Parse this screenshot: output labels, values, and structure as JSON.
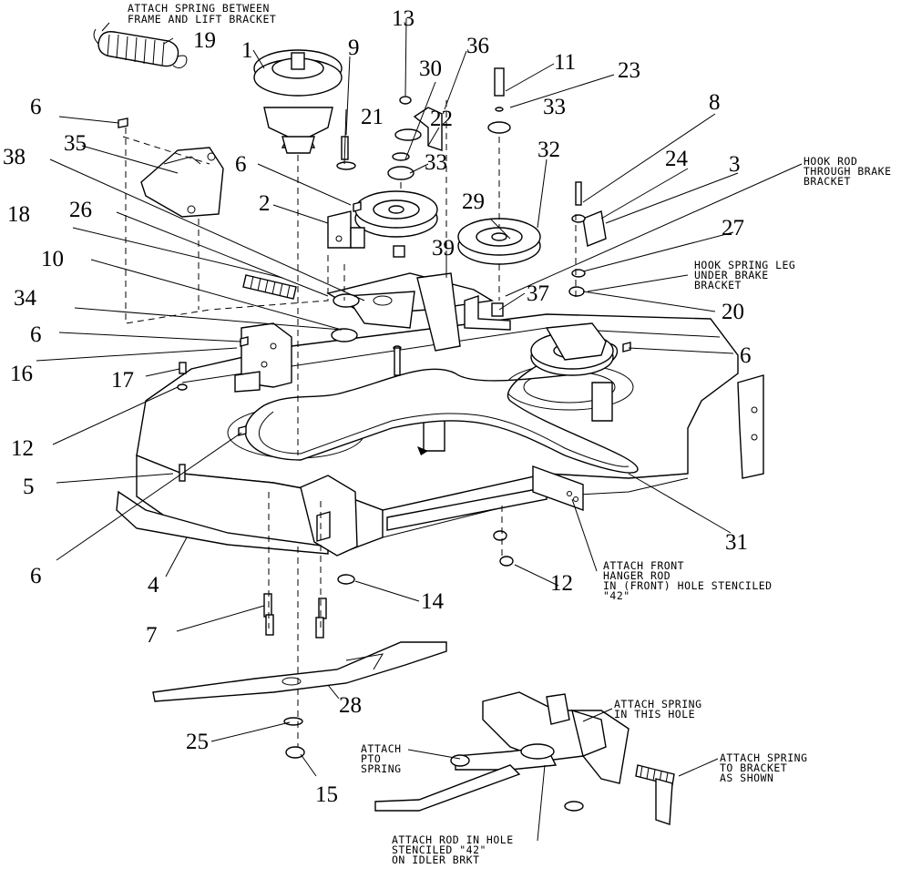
{
  "callouts": [
    {
      "id": "c1",
      "text": "1"
    },
    {
      "id": "c2",
      "text": "2"
    },
    {
      "id": "c3",
      "text": "3"
    },
    {
      "id": "c4",
      "text": "4"
    },
    {
      "id": "c5",
      "text": "5"
    },
    {
      "id": "c6a",
      "text": "6"
    },
    {
      "id": "c6b",
      "text": "6"
    },
    {
      "id": "c6c",
      "text": "6"
    },
    {
      "id": "c6d",
      "text": "6"
    },
    {
      "id": "c6e",
      "text": "6"
    },
    {
      "id": "c7",
      "text": "7"
    },
    {
      "id": "c8",
      "text": "8"
    },
    {
      "id": "c9",
      "text": "9"
    },
    {
      "id": "c10",
      "text": "10"
    },
    {
      "id": "c11",
      "text": "11"
    },
    {
      "id": "c12a",
      "text": "12"
    },
    {
      "id": "c12b",
      "text": "12"
    },
    {
      "id": "c13",
      "text": "13"
    },
    {
      "id": "c14",
      "text": "14"
    },
    {
      "id": "c15",
      "text": "15"
    },
    {
      "id": "c16",
      "text": "16"
    },
    {
      "id": "c17",
      "text": "17"
    },
    {
      "id": "c18",
      "text": "18"
    },
    {
      "id": "c19",
      "text": "19"
    },
    {
      "id": "c20",
      "text": "20"
    },
    {
      "id": "c21",
      "text": "21"
    },
    {
      "id": "c22",
      "text": "22"
    },
    {
      "id": "c23",
      "text": "23"
    },
    {
      "id": "c24",
      "text": "24"
    },
    {
      "id": "c25",
      "text": "25"
    },
    {
      "id": "c26",
      "text": "26"
    },
    {
      "id": "c27",
      "text": "27"
    },
    {
      "id": "c28",
      "text": "28"
    },
    {
      "id": "c29",
      "text": "29"
    },
    {
      "id": "c30",
      "text": "30"
    },
    {
      "id": "c31",
      "text": "31"
    },
    {
      "id": "c32",
      "text": "32"
    },
    {
      "id": "c33a",
      "text": "33"
    },
    {
      "id": "c33b",
      "text": "33"
    },
    {
      "id": "c34",
      "text": "34"
    },
    {
      "id": "c35",
      "text": "35"
    },
    {
      "id": "c36",
      "text": "36"
    },
    {
      "id": "c37",
      "text": "37"
    },
    {
      "id": "c38",
      "text": "38"
    },
    {
      "id": "c39",
      "text": "39"
    }
  ],
  "notes": {
    "spring_frame": [
      "ATTACH SPRING BETWEEN",
      "FRAME AND LIFT BRACKET"
    ],
    "hook_rod": [
      "HOOK ROD",
      "THROUGH BRAKE",
      "BRACKET"
    ],
    "hook_spring": [
      "HOOK SPRING LEG",
      "UNDER BRAKE",
      "BRACKET"
    ],
    "front_hanger": [
      "ATTACH FRONT",
      "HANGER ROD",
      "IN (FRONT) HOLE STENCILED",
      "\"42\""
    ],
    "spring_hole": [
      "ATTACH SPRING",
      "IN THIS HOLE"
    ],
    "pto_spring": [
      "ATTACH",
      "PTO",
      "SPRING"
    ],
    "spring_bracket": [
      "ATTACH SPRING",
      "TO BRACKET",
      "AS SHOWN"
    ],
    "rod_hole": [
      "ATTACH ROD IN HOLE",
      "STENCILED \"42\"",
      "ON IDLER BRKT"
    ]
  }
}
